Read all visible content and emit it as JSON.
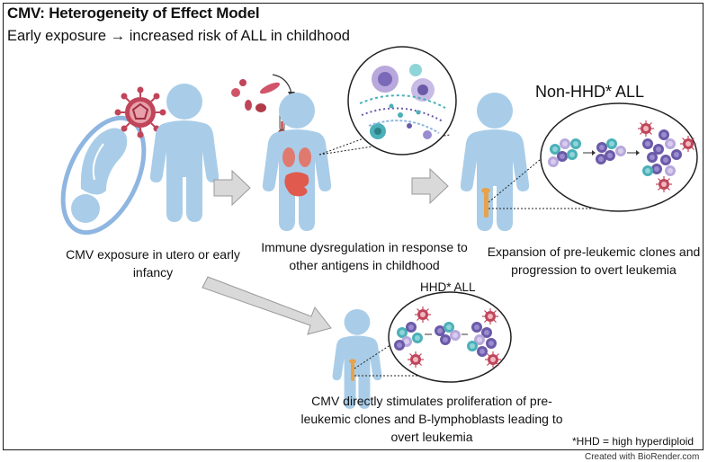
{
  "figure": {
    "title": "CMV: Heterogeneity of Effect Model",
    "subtitle": "Early exposure → increased risk of ALL in childhood"
  },
  "captions": {
    "exposure": "CMV exposure in utero or early infancy",
    "immune": "Immune dysregulation in response to other antigens in childhood",
    "expansion": "Expansion of pre-leukemic clones and progression to overt leukemia",
    "direct": "CMV directly stimulates proliferation of pre-leukemic clones and B-lymphoblasts leading to overt leukemia"
  },
  "labels": {
    "non_hhd": "Non-HHD* ALL",
    "hhd": "HHD* ALL"
  },
  "footnote": "*HHD = high hyperdiploid",
  "credit": "Created with BioRender.com",
  "colors": {
    "figure_blue": "#a9cde8",
    "fetus_blue": "#8fb6e0",
    "arrow_gray": "#d9d9d9",
    "virus_red": "#c0455a",
    "cell_teal": "#4bb0b8",
    "cell_purple": "#6b5aa8",
    "cell_lavender": "#b8a8dc",
    "organ_red": "#e05a4e",
    "bone_orange": "#e8a24a"
  },
  "icons": [
    "cmv-virus-icon",
    "fetus-icon",
    "child-icon",
    "thermometer-icon",
    "antigen-microbes-icon",
    "immune-cells-icon",
    "leukemic-clone-icon",
    "bone-marrow-icon"
  ]
}
